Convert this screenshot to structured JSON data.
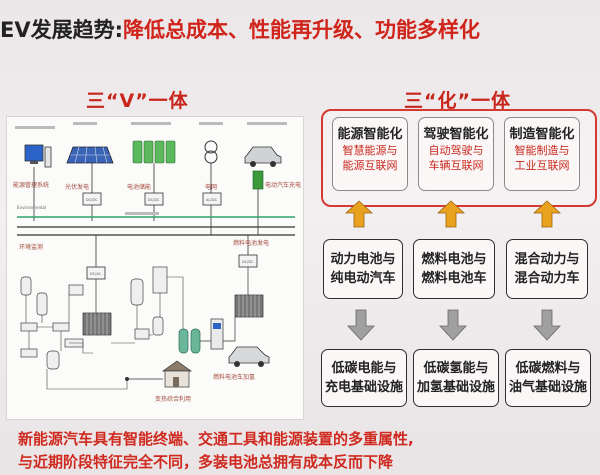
{
  "title": {
    "prefix": "EV发展趋势:",
    "main": "降低总成本、性能再升级、功能多样化"
  },
  "left_heading": "三“V”一体",
  "right_heading": "三“化”一体",
  "goals": [
    {
      "title": "能源智能化",
      "sub": [
        "智慧能源与",
        "能源互联网"
      ]
    },
    {
      "title": "驾驶智能化",
      "sub": [
        "自动驾驶与",
        "车辆互联网"
      ]
    },
    {
      "title": "制造智能化",
      "sub": [
        "智能制造与",
        "工业互联网"
      ]
    }
  ],
  "middle_row": [
    [
      "动力电池与",
      "纯电动汽车"
    ],
    [
      "燃料电池与",
      "燃料电池车"
    ],
    [
      "混合动力与",
      "混合动力车"
    ]
  ],
  "bottom_row": [
    [
      "低碳电能与",
      "充电基础设施"
    ],
    [
      "低碳氢能与",
      "加氢基础设施"
    ],
    [
      "低碳燃料与",
      "油气基础设施"
    ]
  ],
  "schematic": {
    "labels": {
      "energy_center": "能源管理系统",
      "pv": "光伏发电",
      "storage": "电池储能",
      "grid": "电网",
      "ev_charge": "电动汽车充电",
      "fuel_cell_gen": "燃料电池发电",
      "env_monitor": "环境监测",
      "fuel_cell_car": "燃料电池车加氢",
      "lng": "变热综合利用"
    }
  },
  "footer": {
    "line1": "新能源汽车具有智能终端、交通工具和能源装置的多重属性,",
    "line2": "与近期阶段特征完全不同，多装电池总拥有成本反而下降"
  },
  "colors": {
    "accent_red": "#c8261c",
    "arrow_up": "#e9a21e",
    "arrow_down": "#9a9a9a",
    "bus_green": "#2fa36a"
  }
}
